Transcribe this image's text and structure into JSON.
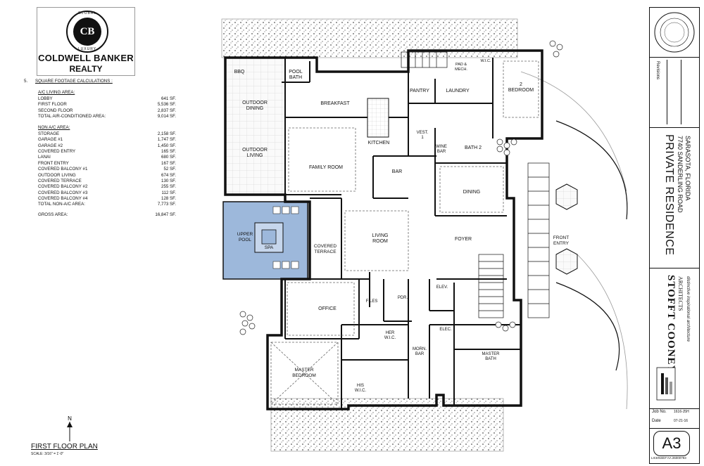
{
  "logo": {
    "ring_top": "GLOBAL",
    "ring_bottom": "LUXURY",
    "monogram": "CB",
    "brand_line1": "COLDWELL BANKER",
    "brand_line2": "REALTY"
  },
  "sqft": {
    "number": "5.",
    "heading": "SQUARE FOOTAGE CALCULATIONS :",
    "ac_title": "A/C LIVING AREA:",
    "ac_rows": [
      {
        "label": "LOBBY",
        "value": "641 SF."
      },
      {
        "label": "FIRST FLOOR",
        "value": "5,536 SF."
      },
      {
        "label": "SECOND FLOOR",
        "value": "2,837 SF."
      },
      {
        "label": "TOTAL AIR-CONDITIONED AREA:",
        "value": "9,014 SF."
      }
    ],
    "nonac_title": "NON A/C AREA:",
    "nonac_rows": [
      {
        "label": "STORAGE",
        "value": "2,158 SF."
      },
      {
        "label": "GARAGE #1",
        "value": "1,747 SF."
      },
      {
        "label": "GARAGE #2",
        "value": "1,450 SF."
      },
      {
        "label": "COVERED ENTRY",
        "value": "165 SF."
      },
      {
        "label": "LANAI",
        "value": "680 SF."
      },
      {
        "label": "FRONT ENTRY",
        "value": "167 SF."
      },
      {
        "label": "COVERED BALCONY #1",
        "value": "52 SF."
      },
      {
        "label": "OUTDOOR LIVING",
        "value": "674 SF."
      },
      {
        "label": "COVERED TERRACE",
        "value": "130 SF."
      },
      {
        "label": "COVERED BALCONY #2",
        "value": "255 SF."
      },
      {
        "label": "COVERED BALCONY #3",
        "value": "112 SF."
      },
      {
        "label": "COVERED BALCONY #4",
        "value": "128 SF."
      },
      {
        "label": "TOTAL NON-A/C AREA:",
        "value": "7,773 SF."
      }
    ],
    "gross_label": "GROSS AREA:",
    "gross_value": "16,847 SF."
  },
  "rooms": {
    "bbq": "BBQ",
    "pool_bath_1": "POOL",
    "pool_bath_2": "BATH",
    "pad_mech_1": "PAD &",
    "pad_mech_2": "MECH.",
    "wic_top": "W.I.C.",
    "outdoor_dining_1": "OUTDOOR",
    "outdoor_dining_2": "DINING",
    "breakfast": "BREAKFAST",
    "pantry": "PANTRY",
    "laundry": "LAUNDRY",
    "bedroom2_1": "2",
    "bedroom2_2": "BEDROOM",
    "vest_1": "VEST.",
    "vest_2": "1",
    "wine_1": "WINE",
    "wine_2": "BAR",
    "bath2": "BATH 2",
    "outdoor_living_1": "OUTDOOR",
    "outdoor_living_2": "LIVING",
    "kitchen": "KITCHEN",
    "family_room": "FAMILY ROOM",
    "bar": "BAR",
    "dining": "DINING",
    "upper_pool_1": "UPPER",
    "upper_pool_2": "POOL",
    "spa": "SPA",
    "covered_terrace_1": "COVERED",
    "covered_terrace_2": "TERRACE",
    "living_1": "LIVING",
    "living_2": "ROOM",
    "foyer": "FOYER",
    "front_entry_1": "FRONT",
    "front_entry_2": "ENTRY",
    "office": "OFFICE",
    "files": "FILES",
    "pdr": "PDR.",
    "elev_1": "ELEV.",
    "elev_2": "ELEC.",
    "her_wic_1": "HER",
    "her_wic_2": "W.I.C.",
    "morn_bar_1": "MORN.",
    "morn_bar_2": "BAR",
    "master_bath_1": "MASTER",
    "master_bath_2": "BATH",
    "master_bed_1": "MASTER",
    "master_bed_2": "BEDROOM",
    "his_wic_1": "HIS",
    "his_wic_2": "W.I.C."
  },
  "plan_title": "FIRST FLOOR PLAN",
  "plan_scale": "SCALE: 3/16\" = 1'-0\"",
  "north_label": "N",
  "titleblock": {
    "project_name": "PRIVATE RESIDENCE",
    "address_1": "7740 SANDERLING ROAD",
    "address_2": "SARASOTA, FLORIDA",
    "firm": "STOFFT COONEY",
    "firm_sub": "ARCHITECTS",
    "tagline": "distinctive inspirational architecture",
    "sheet": "A3",
    "job_label": "Job No.",
    "job_value": "1616-J5H",
    "date_label": "Date",
    "date_value": "07-21-16",
    "revisions_label": "Revisions",
    "license": "LICENSE# AA 26000793"
  },
  "colors": {
    "pool": "#9db8db",
    "wall": "#111111",
    "hatch": "#777777",
    "deck": "#f4f4f4"
  }
}
